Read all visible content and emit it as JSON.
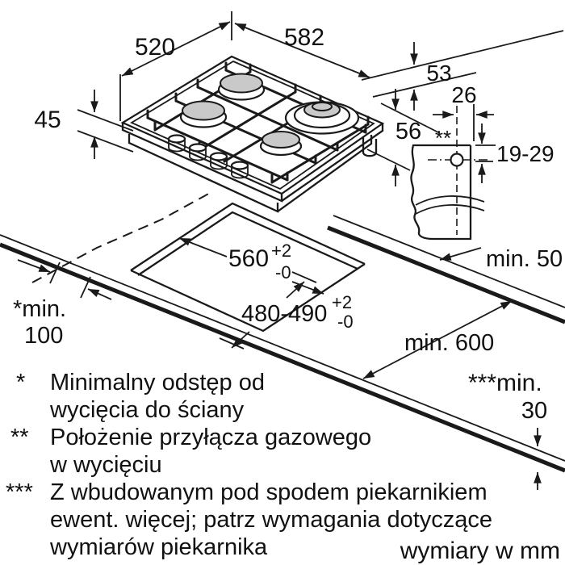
{
  "labels": {
    "dim_520": "520",
    "dim_582": "582",
    "dim_45": "45",
    "dim_53": "53",
    "dim_56": "56",
    "dim_26": "26",
    "dim_19_29": "19-29",
    "gas_marker": "**",
    "cutout_width": "560",
    "cutout_width_tol_plus": "+2",
    "cutout_width_tol_minus": "-0",
    "cutout_depth": "480-490",
    "cutout_depth_tol_plus": "+2",
    "cutout_depth_tol_minus": "-0",
    "min_wall_label": "*min.",
    "min_wall_value": "100",
    "min_rear": "min. 50",
    "min_depth": "min. 600",
    "min_below_label": "***min.",
    "min_below_value": "30"
  },
  "footnotes": [
    {
      "marker": "*",
      "lines": [
        "Minimalny odstęp od",
        "wycięcia do ściany"
      ]
    },
    {
      "marker": "**",
      "lines": [
        "Położenie przyłącza gazowego",
        "w wycięciu"
      ]
    },
    {
      "marker": "***",
      "lines": [
        "Z wbudowanym pod spodem piekarnikiem",
        "ewent. więcej; patrz wymagania dotyczące",
        "wymiarów piekarnika"
      ]
    }
  ],
  "units_note": "wymiary w mm",
  "colors": {
    "line": "#1a1a1a",
    "burner_fill": "#c9c9c9",
    "background": "#ffffff"
  }
}
